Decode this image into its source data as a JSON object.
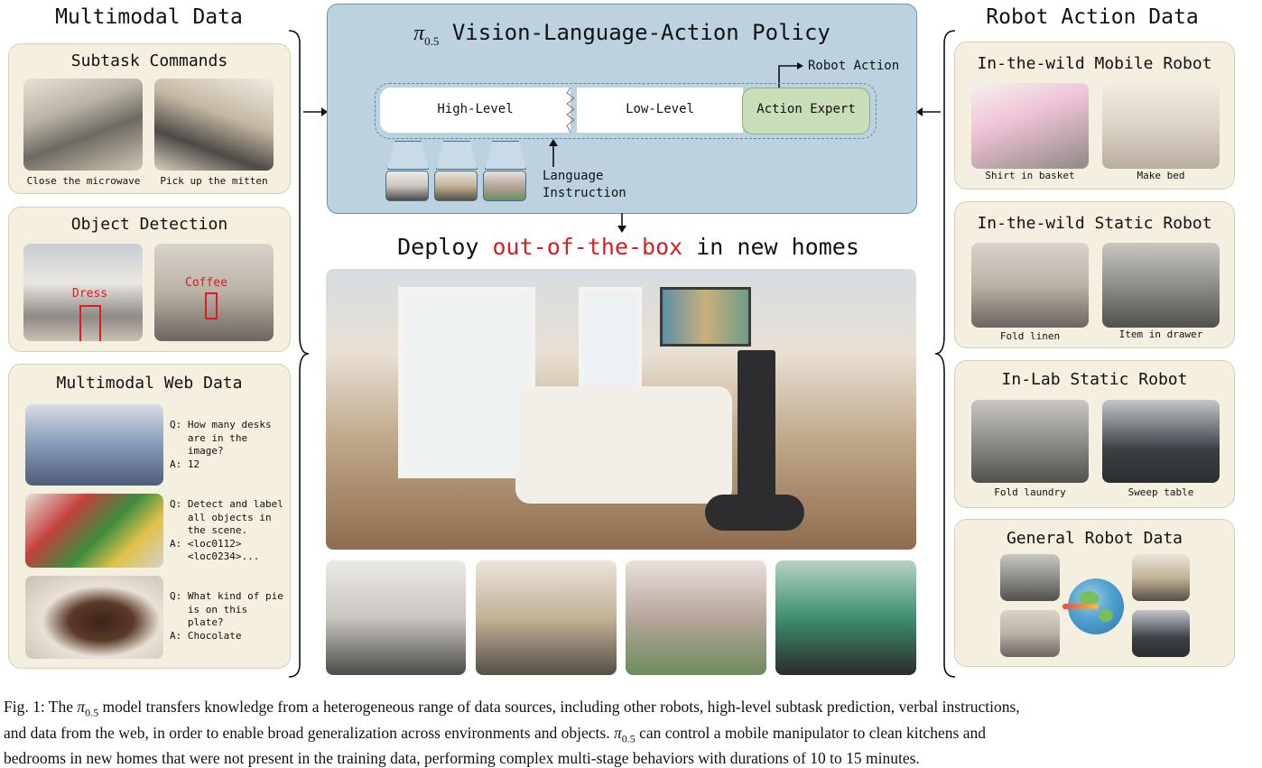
{
  "left": {
    "title": "Multimodal Data",
    "subtask": {
      "title": "Subtask Commands",
      "captions": [
        "Close the microwave",
        "Pick up the mitten"
      ]
    },
    "detection": {
      "title": "Object Detection",
      "labels": [
        "Dress",
        "Coffee"
      ]
    },
    "web": {
      "title": "Multimodal Web Data",
      "qa": [
        "Q: How many desks\n   are in the\n   image?\nA: 12",
        "Q: Detect and label\n   all objects in\n   the scene.\nA: <loc0112>\n   <loc0234>...",
        "Q: What kind of pie\n   is on this\n   plate?\nA: Chocolate"
      ]
    }
  },
  "center": {
    "policy_symbol": "π",
    "policy_sub": "0.5",
    "policy_title": "Vision-Language-Action Policy",
    "robot_action": "Robot Action",
    "segments": [
      "High-Level",
      "Low-Level",
      "Action Expert"
    ],
    "language_instruction": "Language\nInstruction",
    "deploy_prefix": "Deploy ",
    "deploy_highlight": "out-of-the-box",
    "deploy_suffix": " in new homes",
    "highlight_color": "#d42020"
  },
  "right": {
    "title": "Robot Action Data",
    "mobile": {
      "title": "In-the-wild Mobile Robot",
      "captions": [
        "Shirt in basket",
        "Make bed"
      ]
    },
    "static": {
      "title": "In-the-wild Static Robot",
      "captions": [
        "Fold linen",
        "Item in drawer"
      ]
    },
    "lab": {
      "title": "In-Lab Static Robot",
      "captions": [
        "Fold laundry",
        "Sweep table"
      ]
    },
    "general": {
      "title": "General Robot Data"
    }
  },
  "caption": {
    "line1_a": "Fig. 1: The ",
    "pi": "π",
    "sub": "0.5",
    "line1_b": " model transfers knowledge from a heterogeneous range of data sources, including other robots, high-level subtask prediction, verbal instructions,",
    "line2_a": "and data from the web, in order to enable broad generalization across environments and objects. ",
    "line2_b": " can control a mobile manipulator to clean kitchens and",
    "line3": "bedrooms in new homes that were not present in the training data, performing complex multi-stage behaviors with durations of 10 to 15 minutes."
  }
}
